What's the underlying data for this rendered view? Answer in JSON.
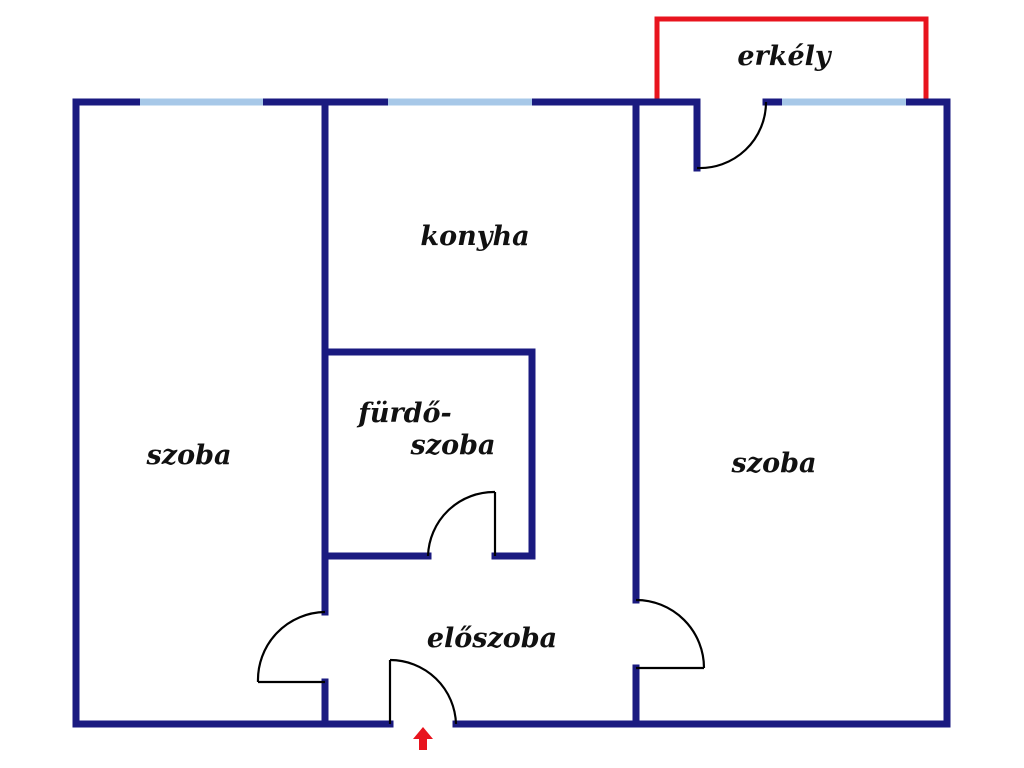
{
  "rooms": {
    "left_room": "szoba",
    "kitchen": "konyha",
    "bathroom_line1": "fürdő-",
    "bathroom_line2": "szoba",
    "right_room": "szoba",
    "hall": "előszoba",
    "balcony": "erkély"
  },
  "colors": {
    "wall": "#1a1a80",
    "window": "#a7c8e8",
    "balcony": "#e8141e",
    "entrance_arrow": "#e8141e"
  },
  "icons": {
    "entrance": "up-arrow-icon"
  }
}
